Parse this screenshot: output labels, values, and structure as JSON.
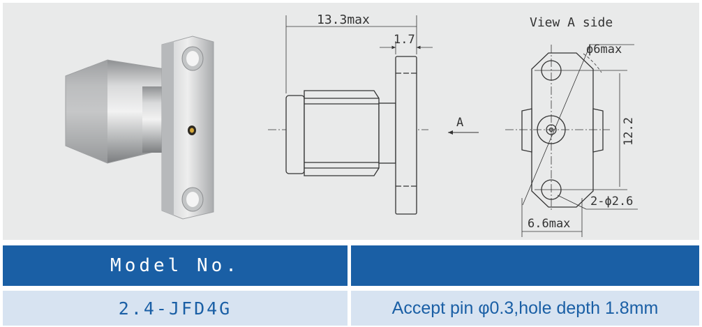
{
  "drawing": {
    "overall_length": "13.3max",
    "flange_thickness": "1.7",
    "view_arrow_label": "A",
    "view_title": "View A side",
    "outer_diameter": "ϕ6max",
    "hole_spacing": "12.2",
    "hole_callout": "2-ϕ2.6",
    "flange_width": "6.6max"
  },
  "table": {
    "header_model": "Model No.",
    "header_desc": "",
    "model": "2.4-JFD4G",
    "description": "Accept pin φ0.3,hole depth 1.8mm"
  }
}
